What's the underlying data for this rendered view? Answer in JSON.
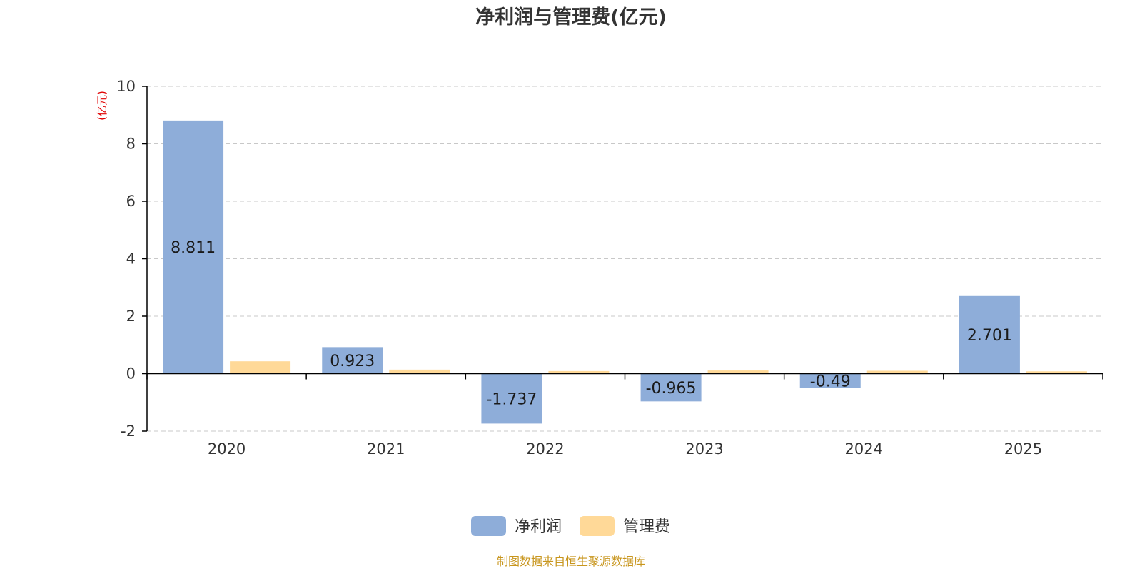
{
  "chart_data": {
    "type": "bar",
    "title": "净利润与管理费(亿元)",
    "ylabel": "(亿元)",
    "xlabel": "",
    "categories": [
      "2020",
      "2021",
      "2022",
      "2023",
      "2024",
      "2025"
    ],
    "ylim": [
      -2,
      10
    ],
    "yticks": [
      -2,
      0,
      2,
      4,
      6,
      8,
      10
    ],
    "grid": true,
    "legend_position": "bottom",
    "series": [
      {
        "name": "净利润",
        "color": "#8eadd9",
        "values": [
          8.811,
          0.923,
          -1.737,
          -0.965,
          -0.49,
          2.701
        ],
        "data_labels": [
          "8.811",
          "0.923",
          "-1.737",
          "-0.965",
          "-0.49",
          "2.701"
        ]
      },
      {
        "name": "管理费",
        "color": "#ffd998",
        "values": [
          0.43,
          0.14,
          0.09,
          0.11,
          0.1,
          0.08
        ]
      }
    ],
    "source": "制图数据来自恒生聚源数据库"
  }
}
